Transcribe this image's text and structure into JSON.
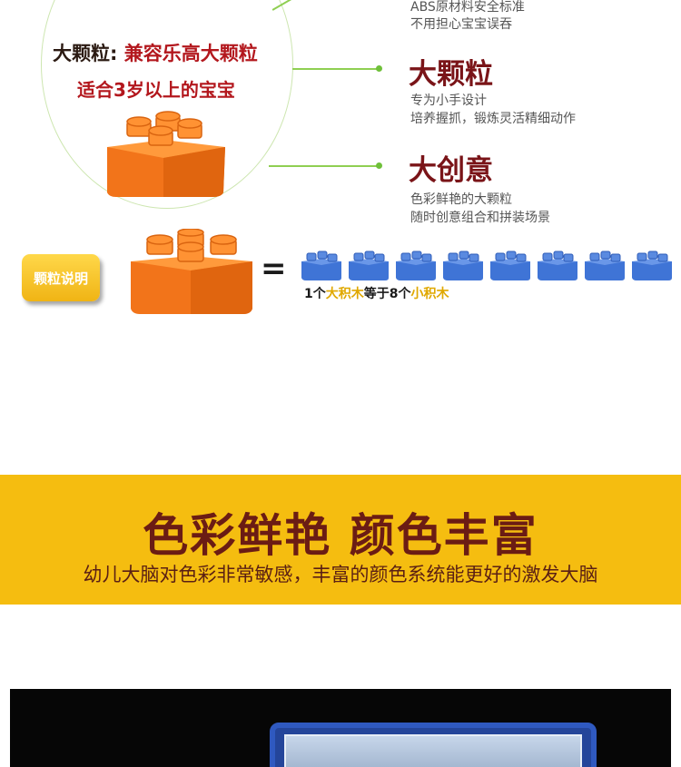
{
  "circle": {
    "title_prefix": "大颗粒:",
    "title_highlight": "兼容乐高大颗粒",
    "subtitle": "适合3岁以上的宝宝"
  },
  "features": [
    {
      "title": "",
      "lines": [
        "ABS原材料安全标准",
        "不用担心宝宝误吞"
      ]
    },
    {
      "title": "大颗粒",
      "lines": [
        "专为小手设计",
        "培养握抓，锻炼灵活精细动作"
      ]
    },
    {
      "title": "大创意",
      "lines": [
        "色彩鲜艳的大颗粒",
        "随时创意组合和拼装场景"
      ]
    }
  ],
  "particle": {
    "badge_label": "颗粒说明",
    "equals_sign": "=",
    "caption": {
      "part1": "1个",
      "part2": "大积木",
      "part3": "等于8个",
      "part4": "小积木"
    },
    "small_brick_count": 8
  },
  "banner": {
    "title": "色彩鲜艳  颜色丰富",
    "subtitle": "幼儿大脑对色彩非常敏感，丰富的颜色系统能更好的激发大脑"
  },
  "colors": {
    "orange_brick": "#f57d1f",
    "blue_brick": "#3f74d6",
    "banner_bg": "#f5bd10",
    "feature_title": "#7a1418",
    "highlight_red": "#b3171d",
    "caption_yellow": "#e0a800",
    "connector_green": "#8fcf52"
  }
}
